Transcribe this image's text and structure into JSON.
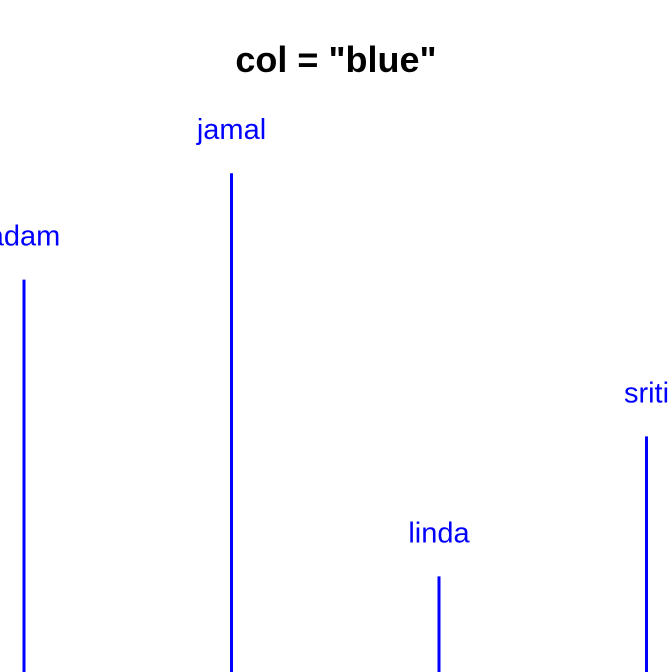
{
  "chart_data": {
    "type": "dendrogram",
    "title": "col = \"blue\"",
    "color": "#0000ff",
    "leaves": [
      {
        "label": "adam",
        "height": 0.79
      },
      {
        "label": "jamal",
        "height": 0.98
      },
      {
        "label": "linda",
        "height": 0.26
      },
      {
        "label": "sriti",
        "height": 0.51
      }
    ],
    "ylim": [
      0,
      1
    ]
  }
}
